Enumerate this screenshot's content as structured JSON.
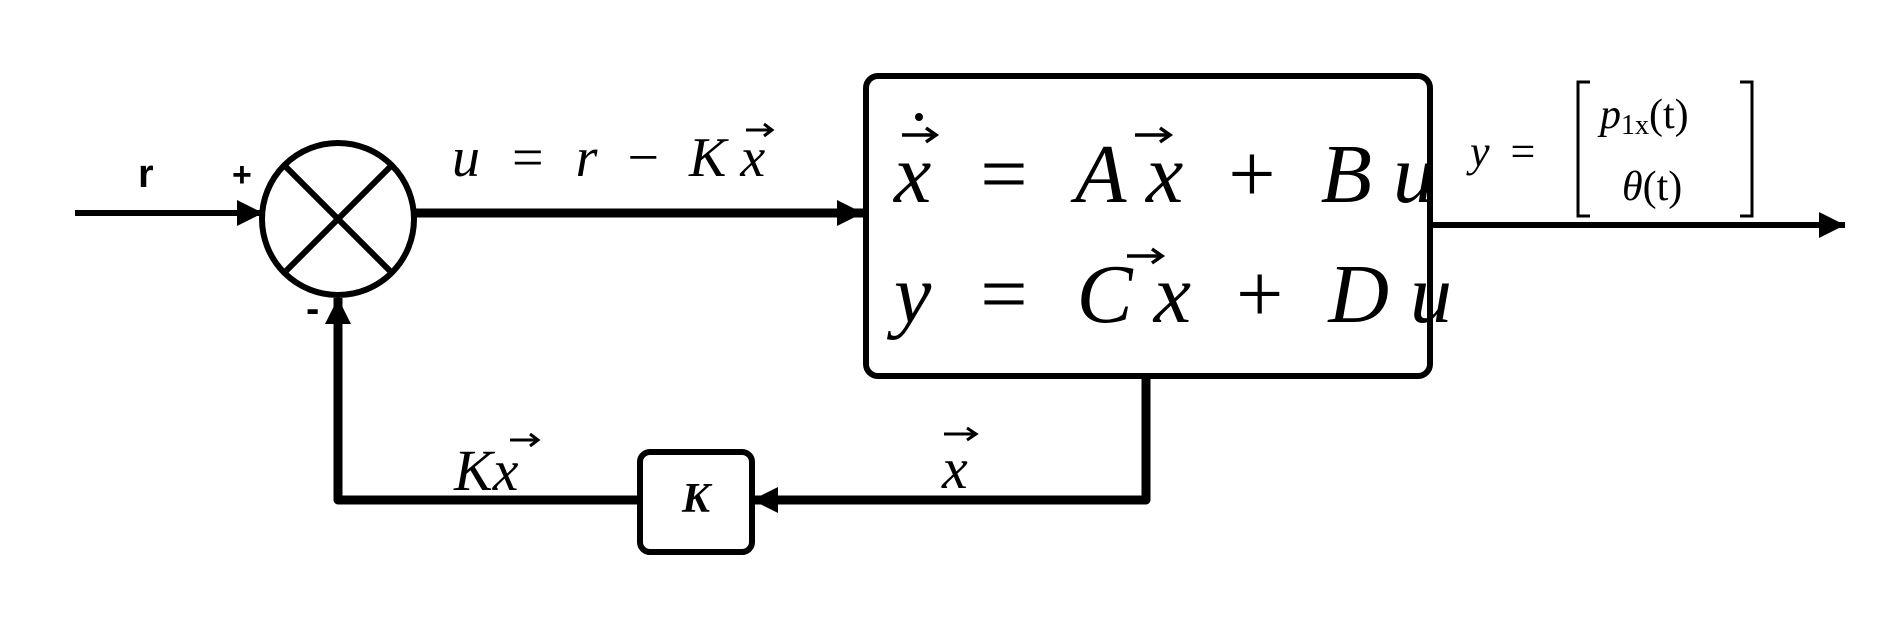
{
  "signals": {
    "reference": "r",
    "plus_sign": "+",
    "minus_sign": "-",
    "control_law": {
      "lhs": "u",
      "eq": "=",
      "r": "r",
      "minus": "−",
      "K": "K",
      "x": "x"
    },
    "state": "x",
    "feedback": {
      "K": "K",
      "x": "x"
    }
  },
  "plant": {
    "eq1": {
      "x": "x",
      "eq": "=",
      "A": "A",
      "x2": "x",
      "plus": "+",
      "B": "B",
      "u": "u"
    },
    "eq2": {
      "y": "y",
      "eq": "=",
      "C": "C",
      "x": "x",
      "plus": "+",
      "D": "D",
      "u": "u"
    }
  },
  "gain_block": {
    "label": "K"
  },
  "output": {
    "y": "y",
    "eq": "=",
    "p": "p",
    "p_sub": "1x",
    "p_arg": "(t)",
    "theta": "θ",
    "theta_arg": "(t)"
  }
}
